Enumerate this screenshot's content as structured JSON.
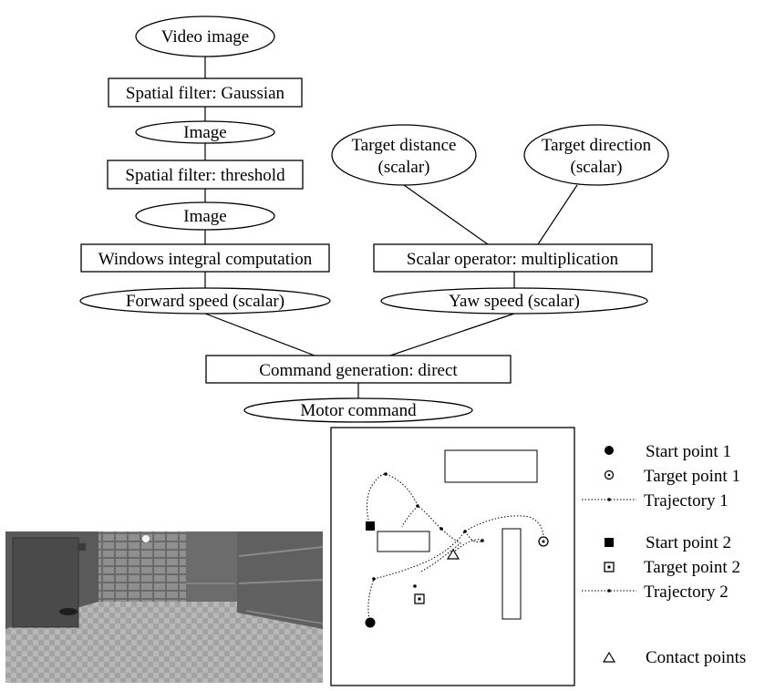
{
  "flowchart": {
    "video_image": "Video image",
    "gaussian_filter": "Spatial filter: Gaussian",
    "image_1": "Image",
    "threshold_filter": "Spatial filter: threshold",
    "image_2": "Image",
    "windows_integral": "Windows integral computation",
    "forward_speed": "Forward speed (scalar)",
    "target_distance_line1": "Target distance",
    "target_distance_line2": "(scalar)",
    "target_direction_line1": "Target direction",
    "target_direction_line2": "(scalar)",
    "scalar_operator": "Scalar operator: multiplication",
    "yaw_speed": "Yaw speed (scalar)",
    "command_generation": "Command generation: direct",
    "motor_command": "Motor command"
  },
  "legend": {
    "start_point_1": "Start point 1",
    "target_point_1": "Target point 1",
    "trajectory_1": "Trajectory 1",
    "start_point_2": "Start point 2",
    "target_point_2": "Target point 2",
    "trajectory_2": "Trajectory 2",
    "contact_points": "Contact points"
  },
  "colors": {
    "background": "#ffffff",
    "ink": "#000000"
  }
}
